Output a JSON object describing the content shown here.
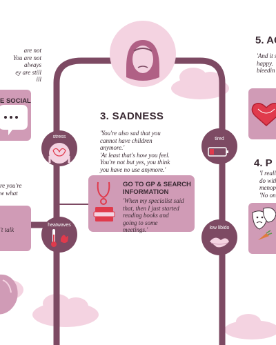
{
  "colors": {
    "path": "#7d4a63",
    "card": "#d09bb6",
    "light_pink": "#f4d3e1",
    "bg": "#ffffff",
    "text": "#3a2a33",
    "accent_red": "#e03a4c"
  },
  "left_column": {
    "top_quote_lines": [
      "are not",
      "You are not",
      "always",
      "ey are still",
      "ill"
    ],
    "card_title_fragment": "E SOCIAL",
    "mid_quote_lines": [
      "re you're",
      "w what"
    ],
    "bottom_card_fragment": "'t talk"
  },
  "nodes": {
    "stress": "stress",
    "heatwaves": "heatwaves",
    "tired": "tired",
    "low_libido": "low libido"
  },
  "sadness": {
    "heading": "3. SADNESS",
    "quote_lines": [
      "'You're also sad that you",
      "cannot have children",
      "anymore.'",
      "'At least that's how you feel.",
      "You're not but yes, you think",
      "you have no use anymore.'"
    ]
  },
  "gp_card": {
    "title_lines": [
      "GO TO GP & SEARCH",
      "INFORMATION"
    ],
    "quote_lines": [
      "'When my specialist said",
      "that, then I just started",
      "reading books and",
      "going to some",
      "meetings.'"
    ]
  },
  "right_column": {
    "heading_5": "5. AC",
    "quote_5_lines": [
      "'And it s",
      "happy.",
      "bleedin"
    ],
    "heading_4": "4. P",
    "quote_4_lines": [
      "'I reall",
      "do with",
      "menop",
      "'No on"
    ]
  }
}
